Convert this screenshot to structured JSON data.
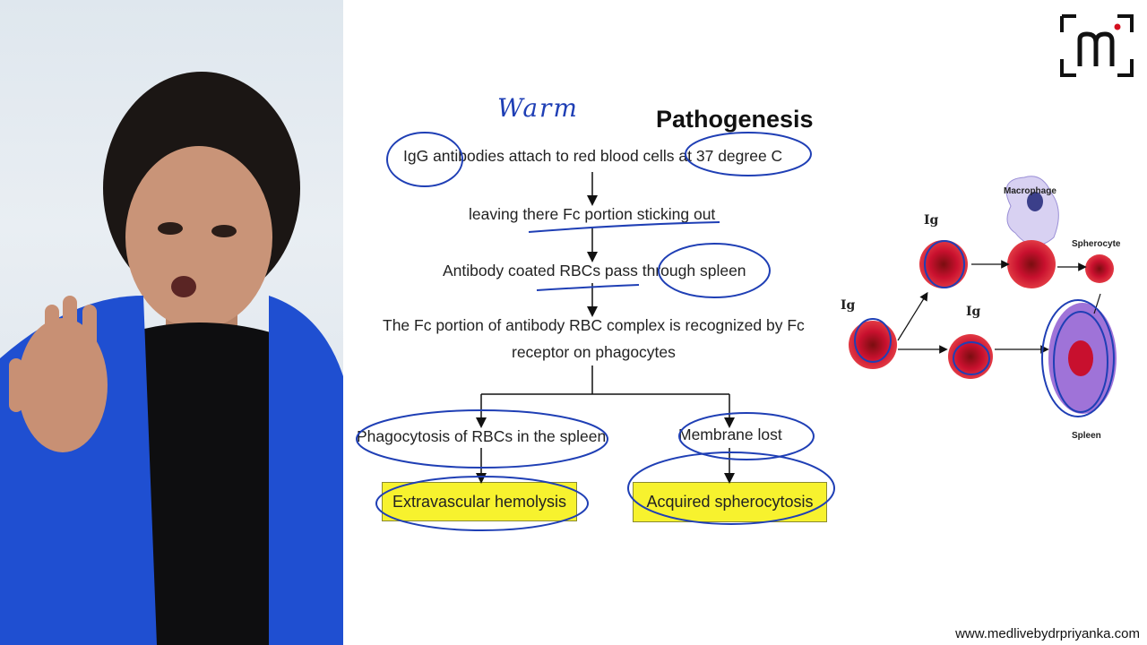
{
  "slide": {
    "title": "Pathogenesis",
    "handwritten": "Warm",
    "steps": [
      "IgG antibodies attach to red blood cells at 37 degree C",
      "leaving there Fc portion sticking out",
      "Antibody coated RBCs pass through spleen",
      "The Fc portion of antibody RBC complex is recognized by Fc",
      "receptor on phagocytes"
    ],
    "branches": {
      "left": "Phagocytosis of RBCs in the spleen",
      "right": "Membrane lost"
    },
    "outcomes": {
      "left": "Extravascular hemolysis",
      "right": "Acquired spherocytosis"
    }
  },
  "diagram": {
    "labels": {
      "macrophage": "Macrophage",
      "spherocyte": "Spherocyte",
      "spleen": "Spleen",
      "ig1": "Ig",
      "ig2": "Ig",
      "ig3": "Ig"
    }
  },
  "footer": {
    "url": "www.medlivebydrpriyanka.com"
  },
  "colors": {
    "ink": "#1f3fb5",
    "highlight": "#f7f22e",
    "rbc": "#c8102e"
  },
  "icons": {
    "logo": "bracket-m-logo"
  }
}
